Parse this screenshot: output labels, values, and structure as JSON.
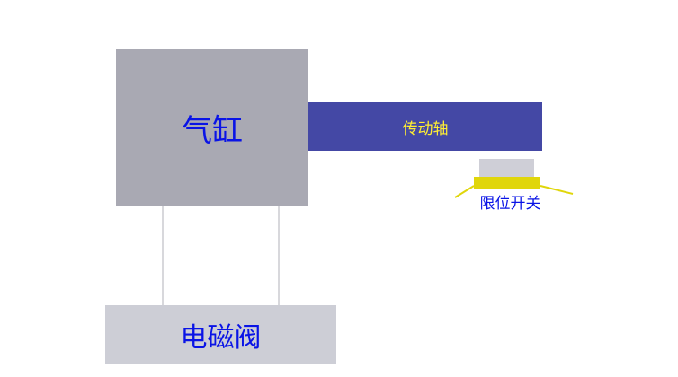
{
  "diagram": {
    "cylinder": {
      "label": "气缸"
    },
    "drive_shaft": {
      "label": "传动轴"
    },
    "limit_switch": {
      "label": "限位开关"
    },
    "solenoid_valve": {
      "label": "电磁阀"
    }
  },
  "colors": {
    "cylinder_fill": "#a9a9b3",
    "shaft_fill": "#4448a5",
    "valve_fill": "#cdced6",
    "switch_body": "#cfcfd7",
    "switch_base": "#e0d60a",
    "pipe_line": "#d8d8dc",
    "label_blue": "#0a14e6",
    "label_yellow": "#ffee33"
  }
}
